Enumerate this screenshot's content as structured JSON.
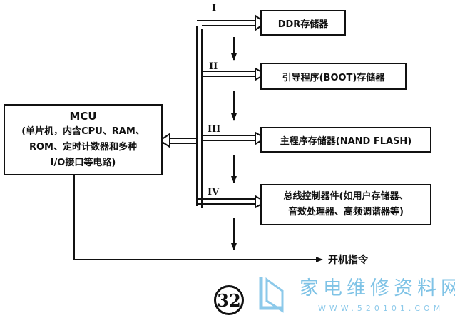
{
  "mcu": {
    "title": "MCU",
    "lines": [
      "(单片机，内含CPU、RAM、",
      "ROM、定时计数器和多种",
      "I/O接口等电路)"
    ]
  },
  "stages": [
    "I",
    "II",
    "III",
    "IV"
  ],
  "blocks": {
    "ddr": "DDR存储器",
    "boot": "引导程序(BOOT)存储器",
    "nand": "主程序存储器(NAND FLASH)",
    "bus": [
      "总线控制器件(如用户存储器、",
      "音效处理器、高频调谐器等)"
    ]
  },
  "power_on": "开机指令",
  "figure_number": "32",
  "watermark": {
    "title": "家电维修资料网",
    "url": "WWW.520101.COM"
  },
  "colors": {
    "line": "#111111",
    "watermark": "#7fc3e6"
  }
}
